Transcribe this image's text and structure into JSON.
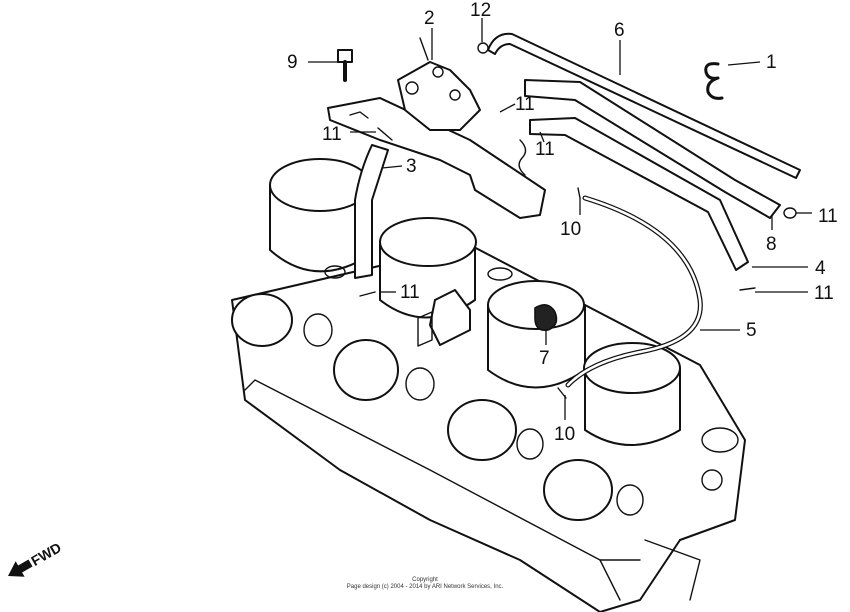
{
  "diagram": {
    "callouts": {
      "c1": "1",
      "c2": "2",
      "c3": "3",
      "c4": "4",
      "c5": "5",
      "c6": "6",
      "c7": "7",
      "c8": "8",
      "c9": "9",
      "c10a": "10",
      "c10b": "10",
      "c11a": "11",
      "c11b": "11",
      "c11c": "11",
      "c11d": "11",
      "c11e": "11",
      "c11f": "11",
      "c12": "12"
    },
    "direction_label": "FWD"
  },
  "footer": {
    "line1": "Copyright",
    "line2": "Page design (c) 2004 - 2014 by ARI Network Services, Inc."
  }
}
